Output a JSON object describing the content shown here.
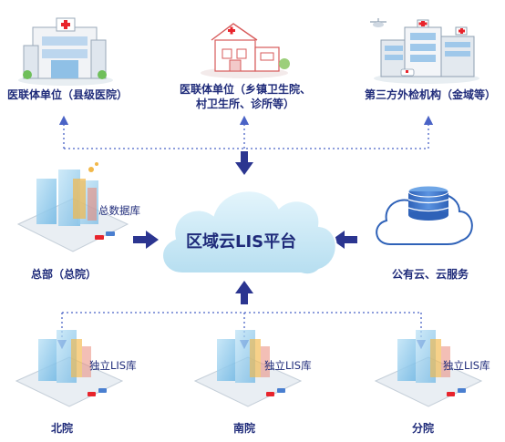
{
  "top_nodes": [
    {
      "label": "医联体单位（县级医院）"
    },
    {
      "label_line1": "医联体单位（乡镇卫生院、",
      "label_line2": "村卫生所、诊所等）"
    },
    {
      "label": "第三方外检机构（金域等）"
    }
  ],
  "center": {
    "label": "区域云LIS平台"
  },
  "left": {
    "label": "总部（总院）",
    "db_label": "总数据库"
  },
  "right": {
    "label": "公有云、云服务"
  },
  "bottom_nodes": [
    {
      "label": "北院",
      "db_label": "独立LIS库"
    },
    {
      "label": "南院",
      "db_label": "独立LIS库"
    },
    {
      "label": "分院",
      "db_label": "独立LIS库"
    }
  ],
  "colors": {
    "text": "#1f2b7a",
    "arrow": "#2b3590",
    "cloud": "#c9e8f5",
    "accent": "#e8242c"
  }
}
